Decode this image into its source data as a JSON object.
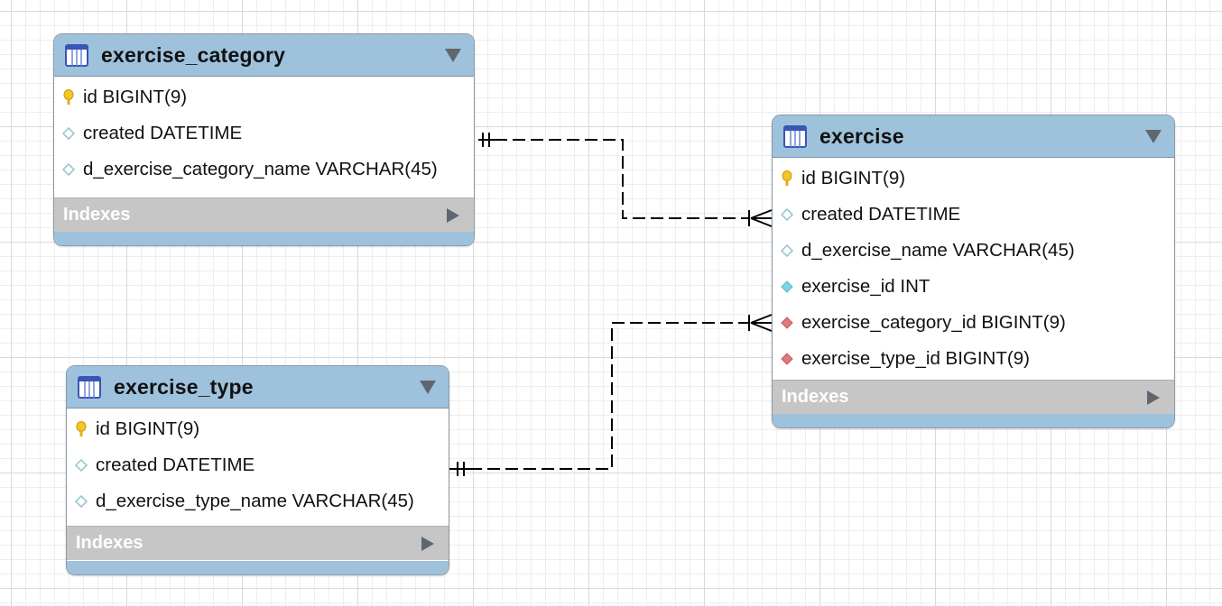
{
  "tables": [
    {
      "name": "exercise_category",
      "indexes_label": "Indexes",
      "columns": [
        {
          "kind": "primary-key",
          "text": "id BIGINT(9)"
        },
        {
          "kind": "nullable",
          "text": "created DATETIME"
        },
        {
          "kind": "nullable",
          "text": "d_exercise_category_name VARCHAR(45)"
        }
      ]
    },
    {
      "name": "exercise_type",
      "indexes_label": "Indexes",
      "columns": [
        {
          "kind": "primary-key",
          "text": "id BIGINT(9)"
        },
        {
          "kind": "nullable",
          "text": "created DATETIME"
        },
        {
          "kind": "nullable",
          "text": "d_exercise_type_name VARCHAR(45)"
        }
      ]
    },
    {
      "name": "exercise",
      "indexes_label": "Indexes",
      "columns": [
        {
          "kind": "primary-key",
          "text": "id BIGINT(9)"
        },
        {
          "kind": "nullable",
          "text": "created DATETIME"
        },
        {
          "kind": "nullable",
          "text": "d_exercise_name VARCHAR(45)"
        },
        {
          "kind": "not-null",
          "text": "exercise_id INT"
        },
        {
          "kind": "foreign-key",
          "text": "exercise_category_id BIGINT(9)"
        },
        {
          "kind": "foreign-key",
          "text": "exercise_type_id BIGINT(9)"
        }
      ]
    }
  ],
  "relationships": [
    {
      "from": "exercise_category",
      "to": "exercise",
      "from_cardinality": "one-and-only-one",
      "to_cardinality": "one-or-many",
      "line_style": "dashed"
    },
    {
      "from": "exercise_type",
      "to": "exercise",
      "from_cardinality": "one-and-only-one",
      "to_cardinality": "one-or-many",
      "line_style": "dashed"
    }
  ],
  "colors": {
    "header": "#9fc2dc",
    "indexes_bar": "#c6c6c6",
    "primary_key_icon": "#f3c623",
    "nullable_icon": "#a9d6da",
    "not_null_icon": "#7ad6e0",
    "foreign_key_icon": "#e07a7a"
  }
}
